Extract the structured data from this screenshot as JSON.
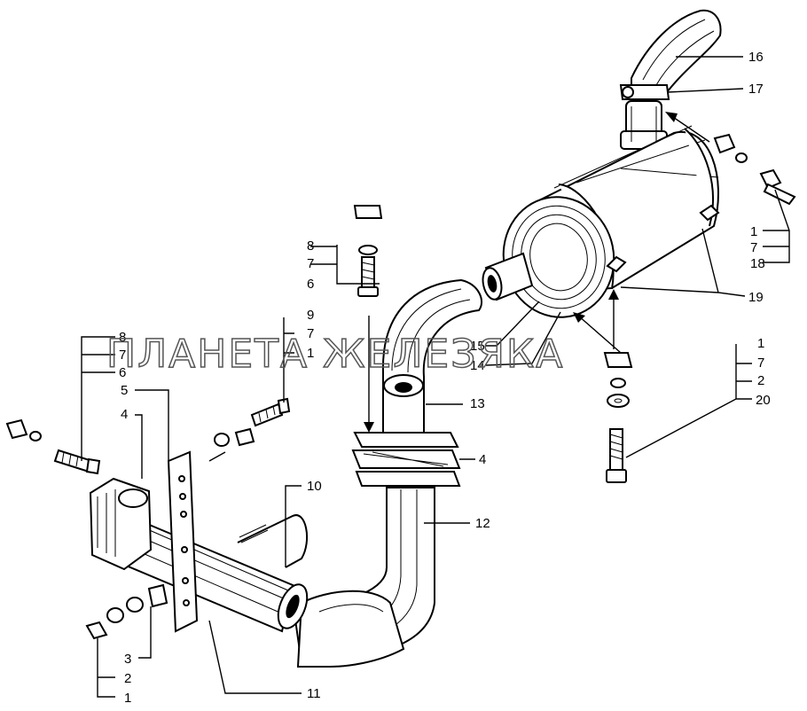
{
  "watermark": "ПЛАНЕТА ЖЕЛЕЗЯКА",
  "callouts": {
    "c16": "16",
    "c17": "17",
    "c1_r": "1",
    "c7_r": "7",
    "c18": "18",
    "c19": "19",
    "c8_m": "8",
    "c7_m": "7",
    "c6_m": "6",
    "c9": "9",
    "c7_n": "7",
    "c1_n": "1",
    "c8_l": "8",
    "c7_l": "7",
    "c6_l": "6",
    "c5": "5",
    "c4_l": "4",
    "c15": "15",
    "c14": "14",
    "c13": "13",
    "c4_r": "4",
    "c12": "12",
    "c10": "10",
    "c11": "11",
    "c3": "3",
    "c2_b": "2",
    "c1_b": "1",
    "c1_s": "1",
    "c7_s": "7",
    "c2_s": "2",
    "c20": "20"
  }
}
